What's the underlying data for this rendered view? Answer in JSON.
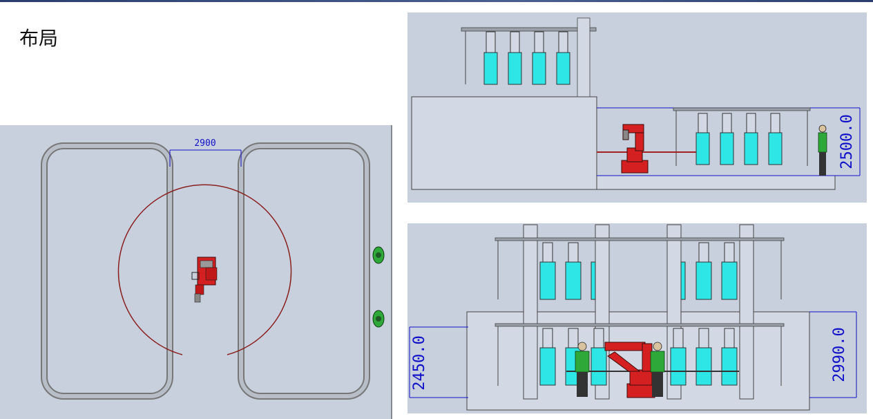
{
  "slide": {
    "title": "布局"
  },
  "plan_view": {
    "dimension_label": "2900"
  },
  "side_view": {
    "dimension_label": "2500.0"
  },
  "front_view": {
    "dimension_left_label": "2450.0",
    "dimension_right_label": "2990.0"
  },
  "colors": {
    "canvas": "#c8d0dd",
    "frame": "#d3d9e4",
    "track": "#9aa1aa",
    "robot": "#d42020",
    "container": "#2ee6e6",
    "worker": "#2fa83a",
    "dimension": "#1010c8",
    "reach_circle": "#8a1f1f"
  }
}
